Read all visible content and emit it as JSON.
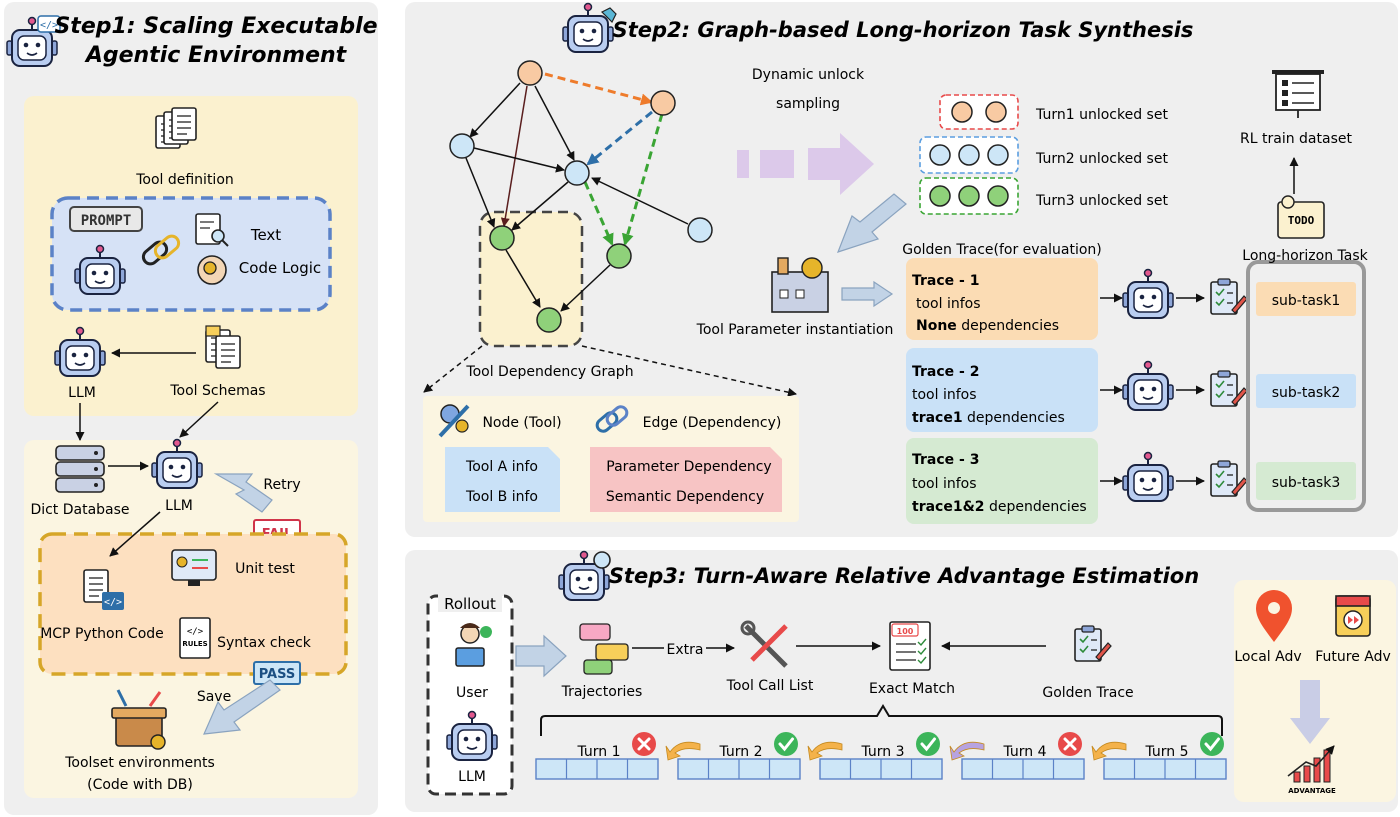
{
  "step1": {
    "title_line1": "Step1: Scaling Executable",
    "title_line2": "Agentic Environment",
    "tool_definition": "Tool definition",
    "prompt": "PROMPT",
    "text": "Text",
    "code_logic": "Code Logic",
    "llm_top": "LLM",
    "tool_schemas": "Tool Schemas",
    "dict_database": "Dict Database",
    "llm_mid": "LLM",
    "retry": "Retry",
    "fail": "FAIL",
    "unit_test": "Unit test",
    "mcp_python_code": "MCP Python Code",
    "syntax_check": "Syntax check",
    "rules": "RULES",
    "pass": "PASS",
    "save": "Save",
    "toolset_line1": "Toolset environments",
    "toolset_line2": "(Code with DB)"
  },
  "step2": {
    "title": "Step2: Graph-based Long-horizon Task Synthesis",
    "dynamic_line1": "Dynamic unlock",
    "dynamic_line2": "sampling",
    "turn1": "Turn1  unlocked set",
    "turn2": "Turn2 unlocked set",
    "turn3": "Turn3 unlocked set",
    "rl_dataset": "RL train dataset",
    "todo": "TODO",
    "long_horizon": "Long-horizon Task",
    "golden_trace_eval": "Golden Trace(for evaluation)",
    "tool_param": "Tool Parameter instantiation",
    "tool_dep_graph": "Tool Dependency Graph",
    "node_tool": "Node (Tool)",
    "edge_dep": "Edge (Dependency)",
    "tool_a": "Tool A info",
    "tool_b": "Tool B info",
    "param_dep": "Parameter Dependency",
    "sem_dep": "Semantic Dependency",
    "traces": [
      {
        "title": "Trace - 1",
        "infos": "tool infos",
        "dep_bold": "None",
        "dep_rest": " dependencies",
        "subtask": "sub-task1"
      },
      {
        "title": "Trace - 2",
        "infos": "tool infos",
        "dep_bold": "trace1",
        "dep_rest": " dependencies",
        "subtask": "sub-task2"
      },
      {
        "title": "Trace - 3",
        "infos": "tool infos",
        "dep_bold": "trace1&2",
        "dep_rest": " dependencies",
        "subtask": "sub-task3"
      }
    ]
  },
  "step3": {
    "title": "Step3: Turn-Aware Relative Advantage Estimation",
    "rollout": "Rollout",
    "user": "User",
    "llm": "LLM",
    "trajectories": "Trajectories",
    "extra": "Extra",
    "tool_call_list": "Tool Call List",
    "exact_match": "Exact Match",
    "score": "100",
    "golden_trace": "Golden Trace",
    "local_adv": "Local Adv",
    "future_adv": "Future Adv",
    "advantage": "ADVANTAGE",
    "turns": [
      {
        "label": "Turn 1",
        "result": "wrong"
      },
      {
        "label": "Turn 2",
        "result": "correct"
      },
      {
        "label": "Turn 3",
        "result": "correct"
      },
      {
        "label": "Turn 4",
        "result": "wrong"
      },
      {
        "label": "Turn 5",
        "result": "correct"
      }
    ]
  },
  "colors": {
    "panel_bg": "#efefef",
    "tool_def_bg": "#fbf1cf",
    "lower_bg": "#fbf5e1",
    "prompt_box_bg": "#d6e2f6",
    "prompt_box_border": "#5b82c7",
    "orange_bg": "#fde0c0",
    "orange_border": "#d6a628",
    "node_orange": "#f8caa3",
    "node_blue": "#cde6f7",
    "node_green": "#8fd17a",
    "trace1": "#fbdcb4",
    "trace2": "#c9e1f7",
    "trace3": "#d5ead2",
    "correct": "#3cb55a",
    "wrong": "#e84a4a"
  }
}
